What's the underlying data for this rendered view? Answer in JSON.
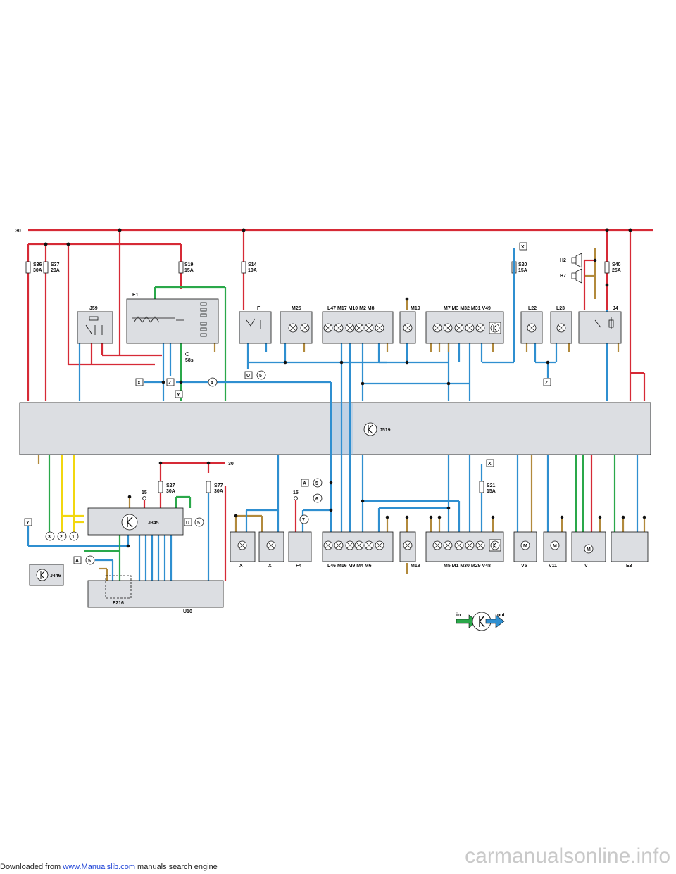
{
  "header": {
    "prefix": "Downloaded from",
    "link_text": "www.Manualslib.com",
    "suffix": "manuals search engine"
  },
  "watermark": "carmanualsonline.info",
  "diagram": {
    "bus": {
      "top": "30",
      "mid": "30"
    },
    "fuses": {
      "s36": [
        "S36",
        "30A"
      ],
      "s37": [
        "S37",
        "20A"
      ],
      "s19": [
        "S19",
        "15A"
      ],
      "s14": [
        "S14",
        "10A"
      ],
      "s20": [
        "S20",
        "15A"
      ],
      "s40": [
        "S40",
        "25A"
      ],
      "s27": [
        "S27",
        "30A"
      ],
      "s77": [
        "S77",
        "30A"
      ],
      "s21": [
        "S21",
        "15A"
      ]
    },
    "components_top": {
      "j59": "J59",
      "e1": "E1",
      "f": "F",
      "m25": "M25",
      "grp1": "L47 M17 M10   M2 M8",
      "m19": "M19",
      "grp2": "M7 M3 M32 M31   V49",
      "l22": "L22",
      "l23": "L23",
      "j4": "J4",
      "h2": "H2",
      "h7": "H7",
      "s58": "58s"
    },
    "module": "J519",
    "components_bottom": {
      "j345": "J345",
      "j446": "J446",
      "f216": "F216",
      "u10": "U10",
      "x1": "X",
      "x2": "X",
      "f4": "F4",
      "grp3": "L46 M16 M9   M4  M6",
      "m18": "M18",
      "grp4": "M5  M1 M30 M29  V48",
      "v5": "V5",
      "v11": "V11",
      "v": "V",
      "e3": "E3",
      "t15a": "15",
      "t15b": "15"
    },
    "connectors": {
      "x_a": "X",
      "x_b": "X",
      "x_c": "X",
      "z_a": "Z",
      "z_b": "Z",
      "y_a": "Y",
      "y_b": "Y",
      "u_a": "U",
      "u_b": "U",
      "a_a": "A",
      "a_b": "A"
    },
    "circles": {
      "c5": "5",
      "c4": "4",
      "c6": "6",
      "c7": "7",
      "c3": "3",
      "c2": "2",
      "c1": "1"
    },
    "legend": {
      "in": "in",
      "out": "out"
    },
    "colors": {
      "red": "#d62a36",
      "blue": "#2f8fd0",
      "green": "#2aa84a",
      "yellow": "#f2d70f",
      "brown": "#b28a3c",
      "box": "#dcdee2"
    }
  }
}
